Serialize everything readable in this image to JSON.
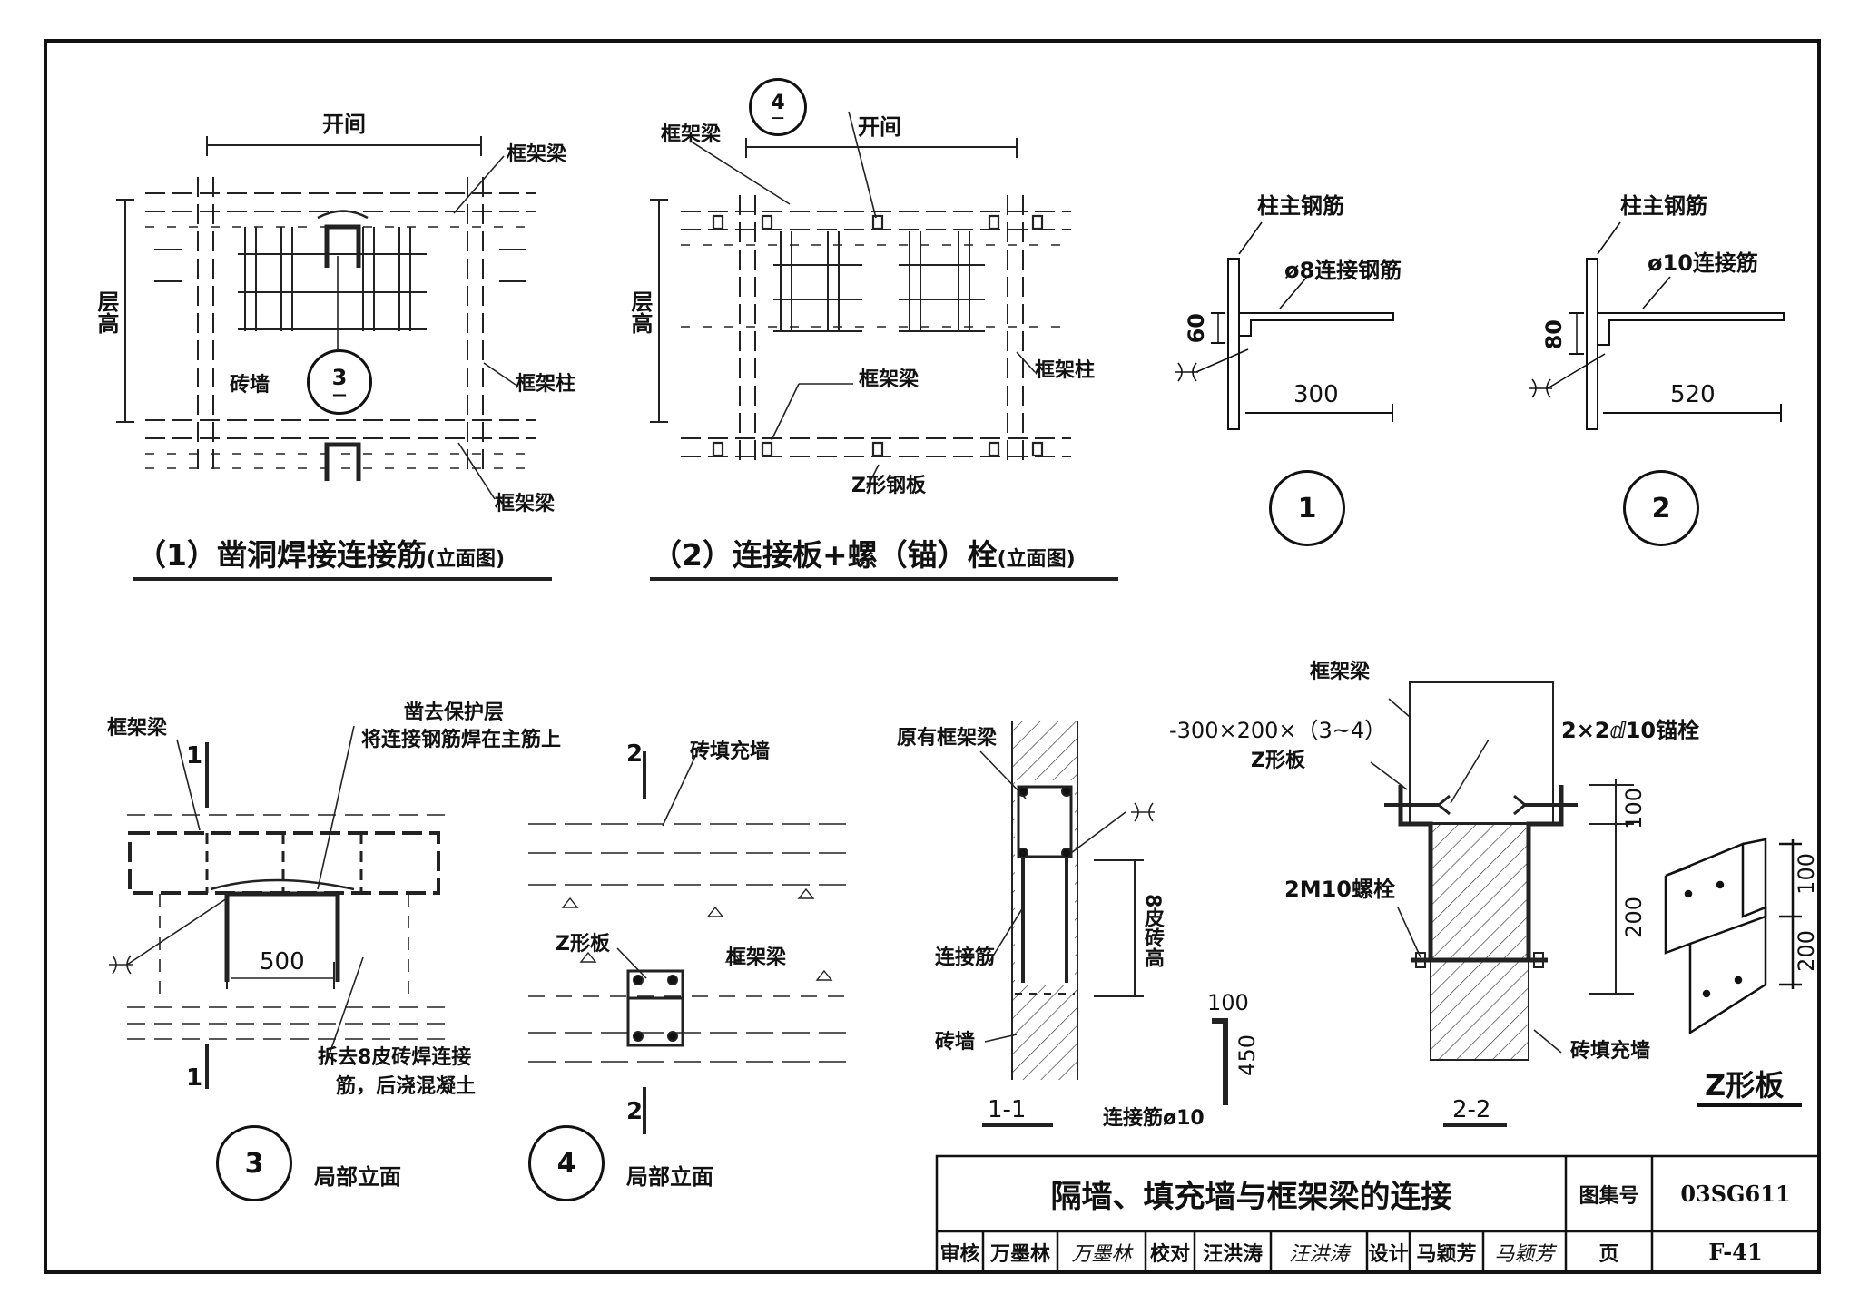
{
  "panel1": {
    "title": "（1）凿洞焊接连接筋",
    "title_small": "(立面图)",
    "span": "开间",
    "height": "层高",
    "frame_beam_top": "框架梁",
    "frame_beam_bottom": "框架梁",
    "frame_column": "框架柱",
    "brick_wall": "砖墙",
    "callout_num": "3",
    "callout_den": "—"
  },
  "panel2": {
    "title": "（2）连接板+螺（锚）栓",
    "title_small": "(立面图)",
    "span": "开间",
    "height": "层高",
    "frame_beam_top": "框架梁",
    "frame_beam_mid": "框架梁",
    "frame_column": "框架柱",
    "z_plate": "Z形钢板",
    "callout_num": "4",
    "callout_den": "—"
  },
  "detail1": {
    "number": "1",
    "col_rebar": "柱主钢筋",
    "link_rebar": "ø8连接钢筋",
    "dim_v": "60",
    "dim_h": "300"
  },
  "detail2": {
    "number": "2",
    "col_rebar": "柱主钢筋",
    "link_rebar": "ø10连接筋",
    "dim_v": "80",
    "dim_h": "520"
  },
  "detail3": {
    "number": "3",
    "label": "局部立面",
    "frame_beam": "框架梁",
    "cover_note_1": "凿去保护层",
    "cover_note_2": "将连接钢筋焊在主筋上",
    "dim": "500",
    "demolish_note_1": "拆去8皮砖焊连接",
    "demolish_note_2": "筋，后浇混凝土",
    "sec_top": "1",
    "sec_bottom": "1"
  },
  "detail4": {
    "number": "4",
    "label": "局部立面",
    "infill": "砖填充墙",
    "z_plate": "Z形板",
    "frame_beam": "框架梁",
    "sec_top": "2",
    "sec_bottom": "2"
  },
  "section11": {
    "title": "1-1",
    "orig_beam": "原有框架梁",
    "link_bar": "连接筋",
    "brick_wall": "砖墙",
    "dim": "8皮砖高",
    "bar_dim_top": "100",
    "bar_dim_side": "450",
    "bar_label": "连接筋ø10"
  },
  "section22": {
    "title": "2-2",
    "frame_beam": "框架梁",
    "plate_spec": "-300×200×（3~4）",
    "plate_name": "Z形板",
    "anchor": "2×2ⅆ10锚栓",
    "bolt": "2M10螺栓",
    "infill": "砖填充墙",
    "dim_100": "100",
    "dim_200": "200"
  },
  "zplate": {
    "title": "Z形板",
    "dim_100": "100",
    "dim_200": "200"
  },
  "titleblock": {
    "main_title": "隔墙、填充墙与框架梁的连接",
    "atlas_label": "图集号",
    "atlas_no": "03SG611",
    "review_label": "审核",
    "reviewer": "万墨林",
    "reviewer_sig": "万墨林",
    "check_label": "校对",
    "checker": "汪洪涛",
    "checker_sig": "汪洪涛",
    "design_label": "设计",
    "designer": "马颖芳",
    "designer_sig": "马颖芳",
    "page_label": "页",
    "page_no": "F-41"
  }
}
